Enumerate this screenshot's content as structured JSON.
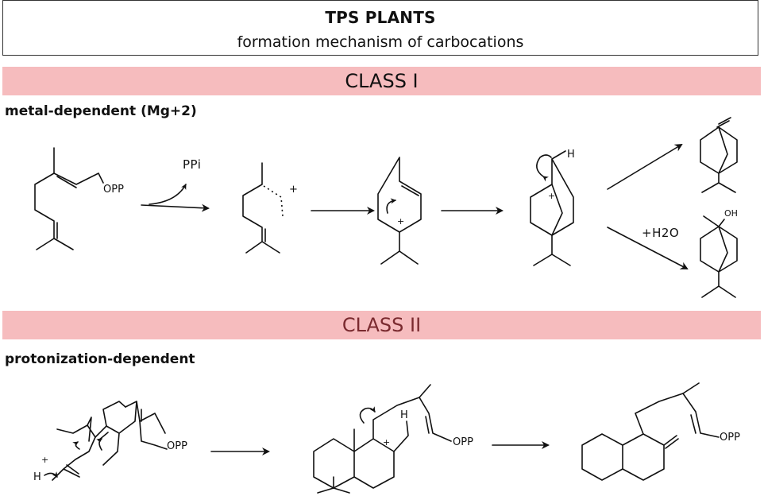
{
  "header": {
    "title": "TPS PLANTS",
    "subtitle": "formation mechanism of carbocations"
  },
  "class1": {
    "band_label": "CLASS I",
    "section_label": "metal-dependent (Mg+2)",
    "leaving_group": "OPP",
    "byproduct": "PPi",
    "charge": "+",
    "hydrogen": "H",
    "water": "+H2O",
    "hydroxyl": "OH"
  },
  "class2": {
    "band_label": "CLASS II",
    "section_label": "protonization-dependent",
    "leaving_group": "OPP",
    "charge": "+",
    "hydrogen": "H"
  },
  "colors": {
    "band_fill": "#f6bcbe",
    "band2_text": "#7a2a2f",
    "line": "#111111"
  }
}
